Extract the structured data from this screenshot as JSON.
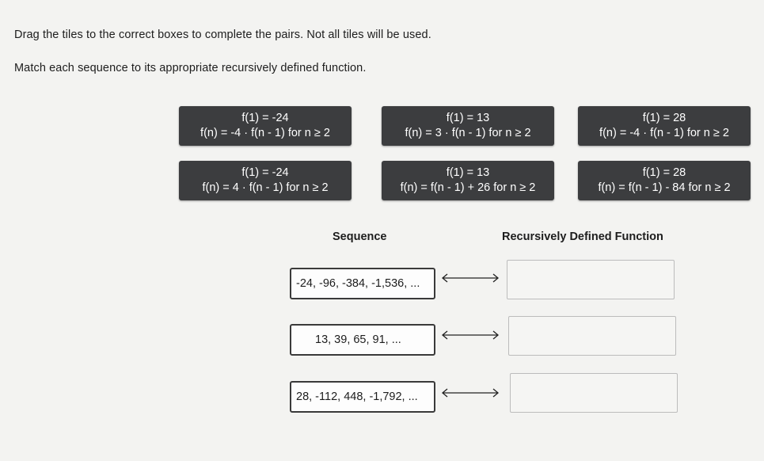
{
  "instructions": {
    "line1": "Drag the tiles to the correct boxes to complete the pairs. Not all tiles will be used.",
    "line2": "Match each sequence to its appropriate recursively defined function."
  },
  "tiles": [
    {
      "line1": "f(1) = -24",
      "line2": "f(n) = -4 · f(n - 1) for n ≥ 2"
    },
    {
      "line1": "f(1) = 13",
      "line2": "f(n) = 3 · f(n - 1) for n ≥ 2"
    },
    {
      "line1": "f(1) = 28",
      "line2": "f(n) = -4 · f(n - 1) for n ≥ 2"
    },
    {
      "line1": "f(1) = -24",
      "line2": "f(n) = 4 · f(n - 1) for n ≥ 2"
    },
    {
      "line1": "f(1) = 13",
      "line2": "f(n) = f(n - 1) + 26 for n ≥ 2"
    },
    {
      "line1": "f(1) = 28",
      "line2": "f(n) = f(n - 1) - 84 for n ≥ 2"
    }
  ],
  "headers": {
    "sequence": "Sequence",
    "recursive": "Recursively Defined Function"
  },
  "sequences": [
    "-24, -96, -384, -1,536, ...",
    "13, 39, 65, 91, ...",
    "28, -112, 448, -1,792, ..."
  ],
  "colors": {
    "tile_bg": "#3c3d3f",
    "tile_text": "#ffffff",
    "page_bg": "#f3f3f1"
  },
  "icons": {
    "arrow": "double-headed-arrow-icon"
  }
}
